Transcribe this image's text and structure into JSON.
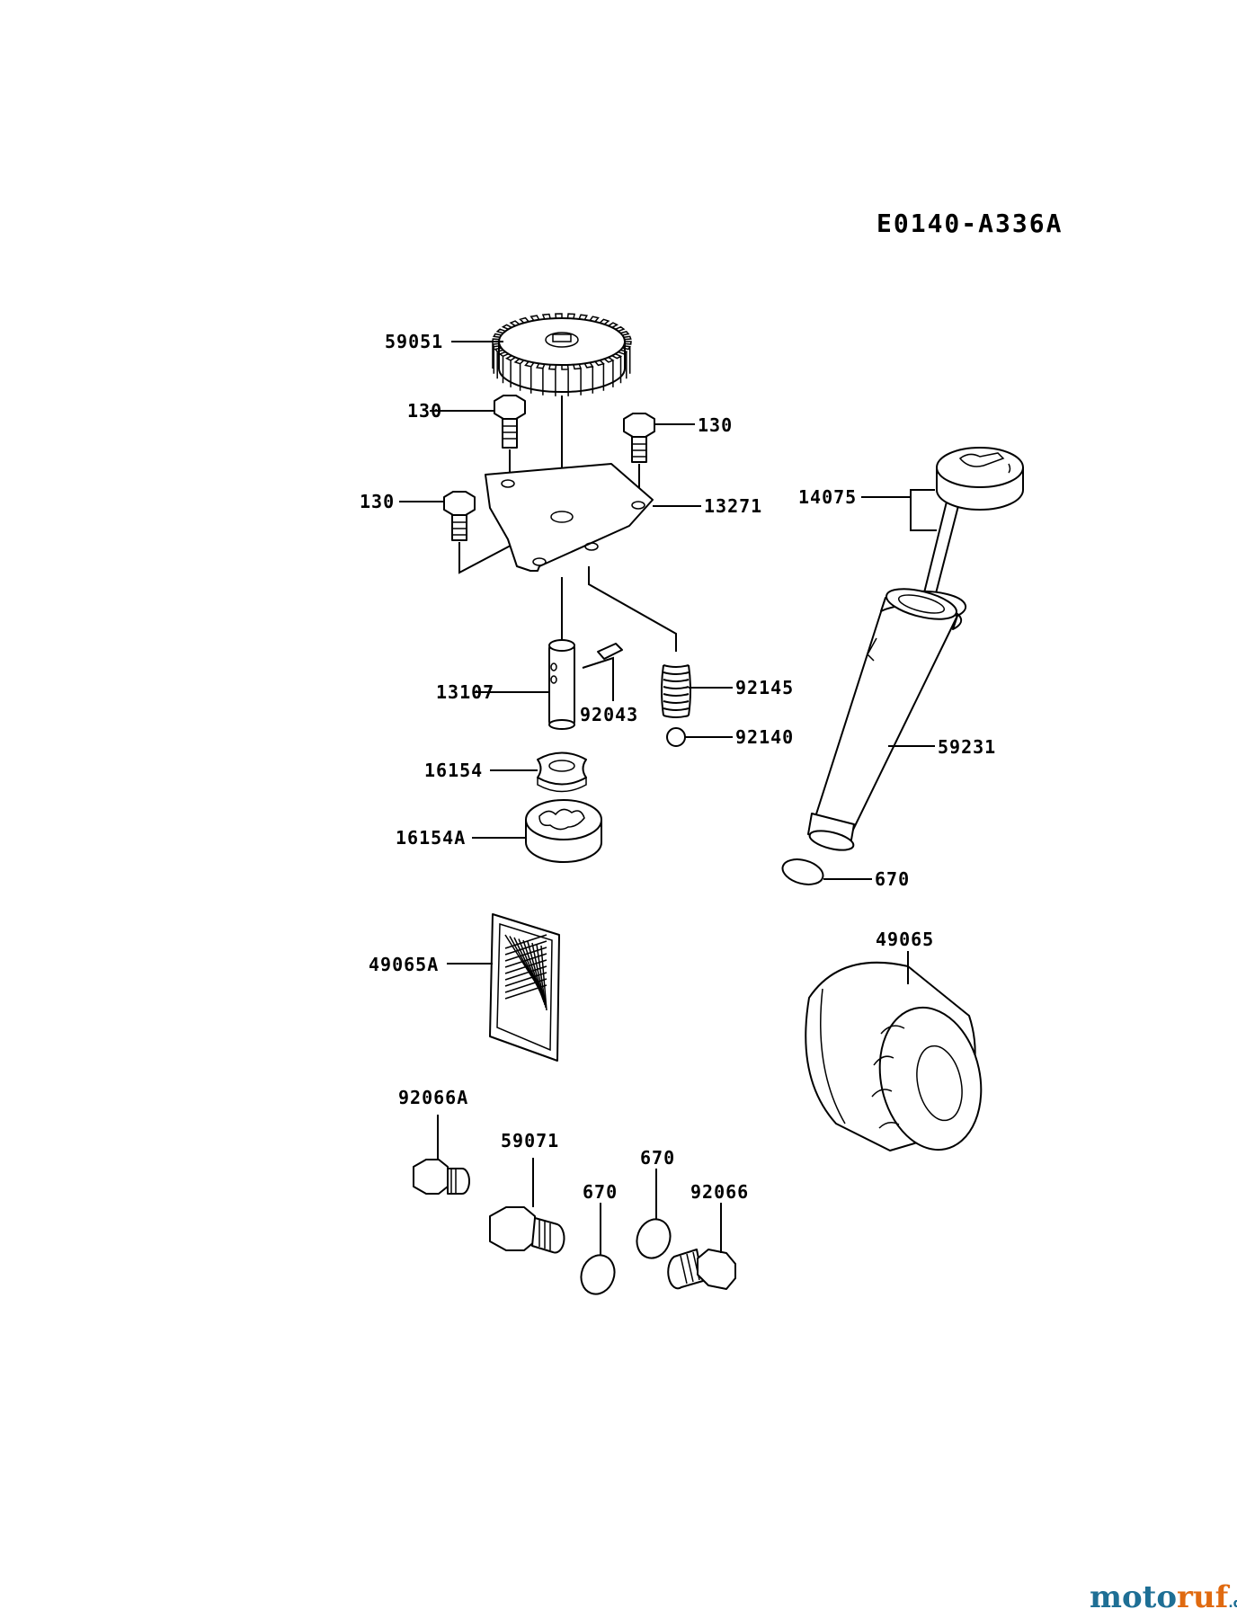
{
  "diagram_code": "E0140-A336A",
  "callouts": {
    "gear": "59051",
    "bolt_a": "130",
    "bolt_b": "130",
    "bolt_c": "130",
    "plate": "13271",
    "dipstick_cap": "14075",
    "shaft": "13107",
    "pin": "92043",
    "spring": "92145",
    "ball": "92140",
    "tube": "59231",
    "inner_rotor": "16154",
    "outer_rotor": "16154A",
    "oring_tube": "670",
    "oil_filter": "49065",
    "screen": "49065A",
    "plug_a": "92066A",
    "fitting": "59071",
    "oring_a": "670",
    "oring_b": "670",
    "plug_b": "92066"
  },
  "watermark": {
    "part1": "moto",
    "part2": "ruf",
    "suffix": ".de"
  }
}
